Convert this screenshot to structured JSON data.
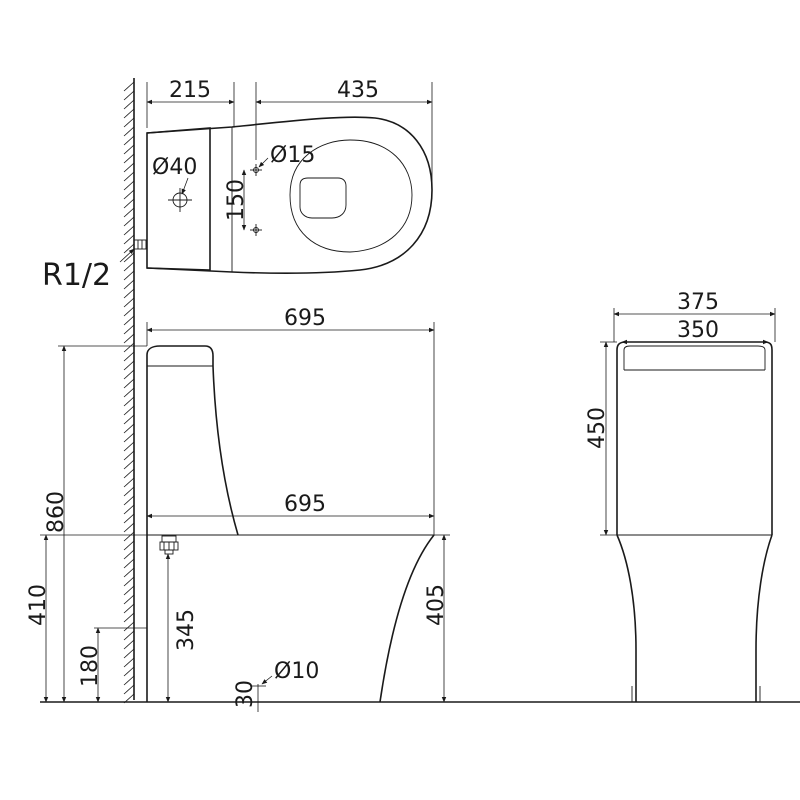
{
  "top_view": {
    "dim_wall_to_inlet": "215",
    "dim_bowl_length": "435",
    "dim_outlet_diameter": "Ø40",
    "dim_fixing_hole": "Ø15",
    "dim_fixing_spacing": "150",
    "dim_water_inlet_thread": "R1/2"
  },
  "side_view": {
    "dim_total_length": "695",
    "dim_base_length": "695",
    "dim_total_height": "860",
    "dim_seat_height": "410",
    "dim_inlet_height": "180",
    "dim_outlet_center_height": "345",
    "dim_bowl_height": "405",
    "dim_floor_offset": "30",
    "dim_floor_bolt": "Ø10"
  },
  "front_view": {
    "dim_outer_width": "375",
    "dim_inner_width": "350",
    "dim_tank_height": "450"
  }
}
